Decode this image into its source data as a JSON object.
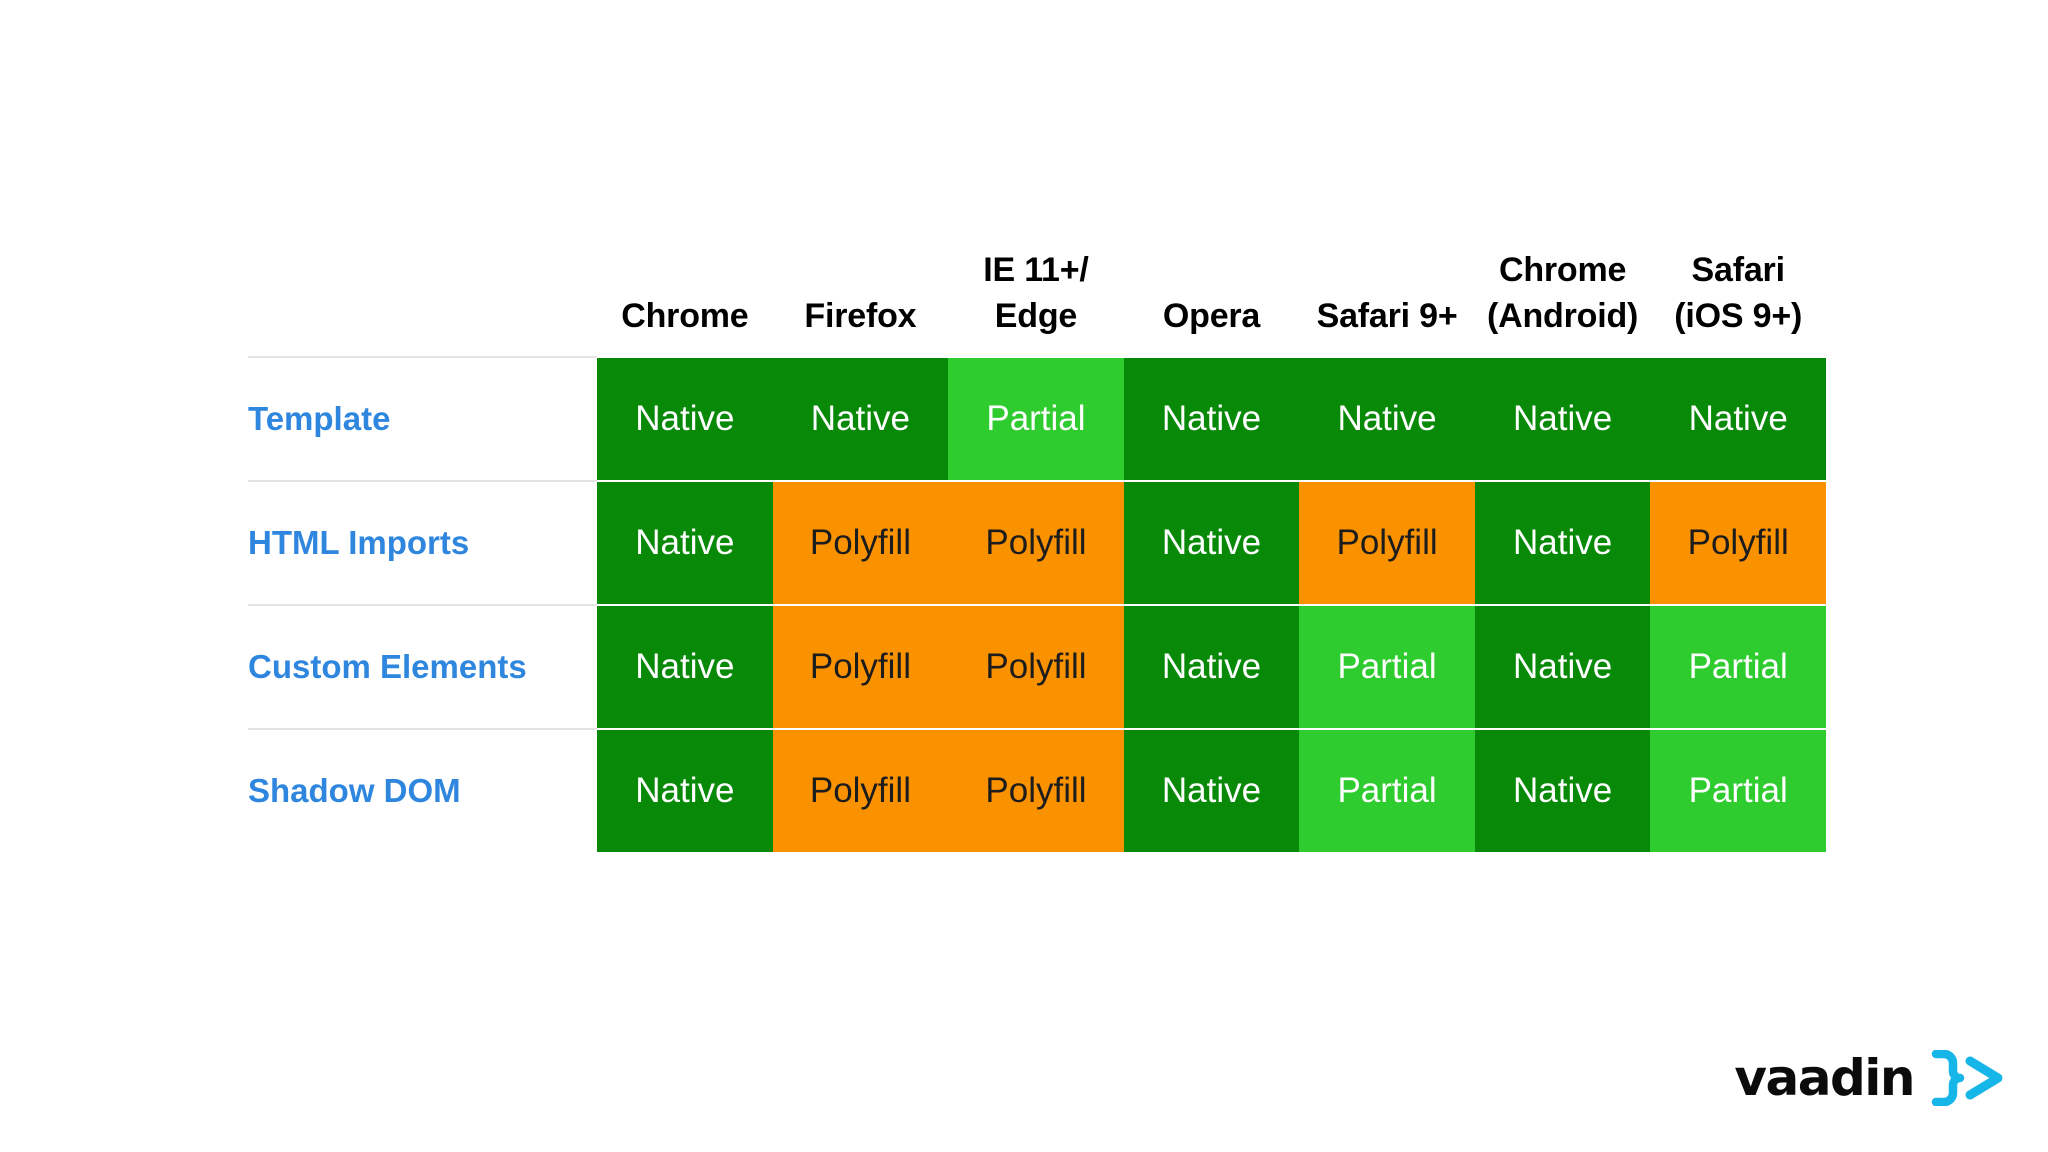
{
  "slide": {
    "background_color": "#ffffff"
  },
  "legend_colors": {
    "native": "#088a08",
    "partial": "#2ecc2e",
    "polyfill": "#fa9200",
    "row_label": "#2f86de",
    "header_text": "#000000",
    "divider": "#e2e2e2",
    "brand_accent": "#17b6e8"
  },
  "table": {
    "corner_label": "",
    "columns": [
      "Chrome",
      "Firefox",
      "IE 11+/\nEdge",
      "Opera",
      "Safari 9+",
      "Chrome\n(Android)",
      "Safari\n(iOS 9+)"
    ],
    "rows": [
      {
        "label": "Template",
        "cells": [
          {
            "text": "Native",
            "status": "native"
          },
          {
            "text": "Native",
            "status": "native"
          },
          {
            "text": "Partial",
            "status": "partial"
          },
          {
            "text": "Native",
            "status": "native"
          },
          {
            "text": "Native",
            "status": "native"
          },
          {
            "text": "Native",
            "status": "native"
          },
          {
            "text": "Native",
            "status": "native"
          }
        ]
      },
      {
        "label": "HTML Imports",
        "cells": [
          {
            "text": "Native",
            "status": "native"
          },
          {
            "text": "Polyfill",
            "status": "polyfill"
          },
          {
            "text": "Polyfill",
            "status": "polyfill"
          },
          {
            "text": "Native",
            "status": "native"
          },
          {
            "text": "Polyfill",
            "status": "polyfill"
          },
          {
            "text": "Native",
            "status": "native"
          },
          {
            "text": "Polyfill",
            "status": "polyfill"
          }
        ]
      },
      {
        "label": "Custom Elements",
        "cells": [
          {
            "text": "Native",
            "status": "native"
          },
          {
            "text": "Polyfill",
            "status": "polyfill"
          },
          {
            "text": "Polyfill",
            "status": "polyfill"
          },
          {
            "text": "Native",
            "status": "native"
          },
          {
            "text": "Partial",
            "status": "partial"
          },
          {
            "text": "Native",
            "status": "native"
          },
          {
            "text": "Partial",
            "status": "partial"
          }
        ]
      },
      {
        "label": "Shadow DOM",
        "cells": [
          {
            "text": "Native",
            "status": "native"
          },
          {
            "text": "Polyfill",
            "status": "polyfill"
          },
          {
            "text": "Polyfill",
            "status": "polyfill"
          },
          {
            "text": "Native",
            "status": "native"
          },
          {
            "text": "Partial",
            "status": "partial"
          },
          {
            "text": "Native",
            "status": "native"
          },
          {
            "text": "Partial",
            "status": "partial"
          }
        ]
      }
    ]
  },
  "logo": {
    "wordmark": "vaadin",
    "glyph": "}>"
  }
}
